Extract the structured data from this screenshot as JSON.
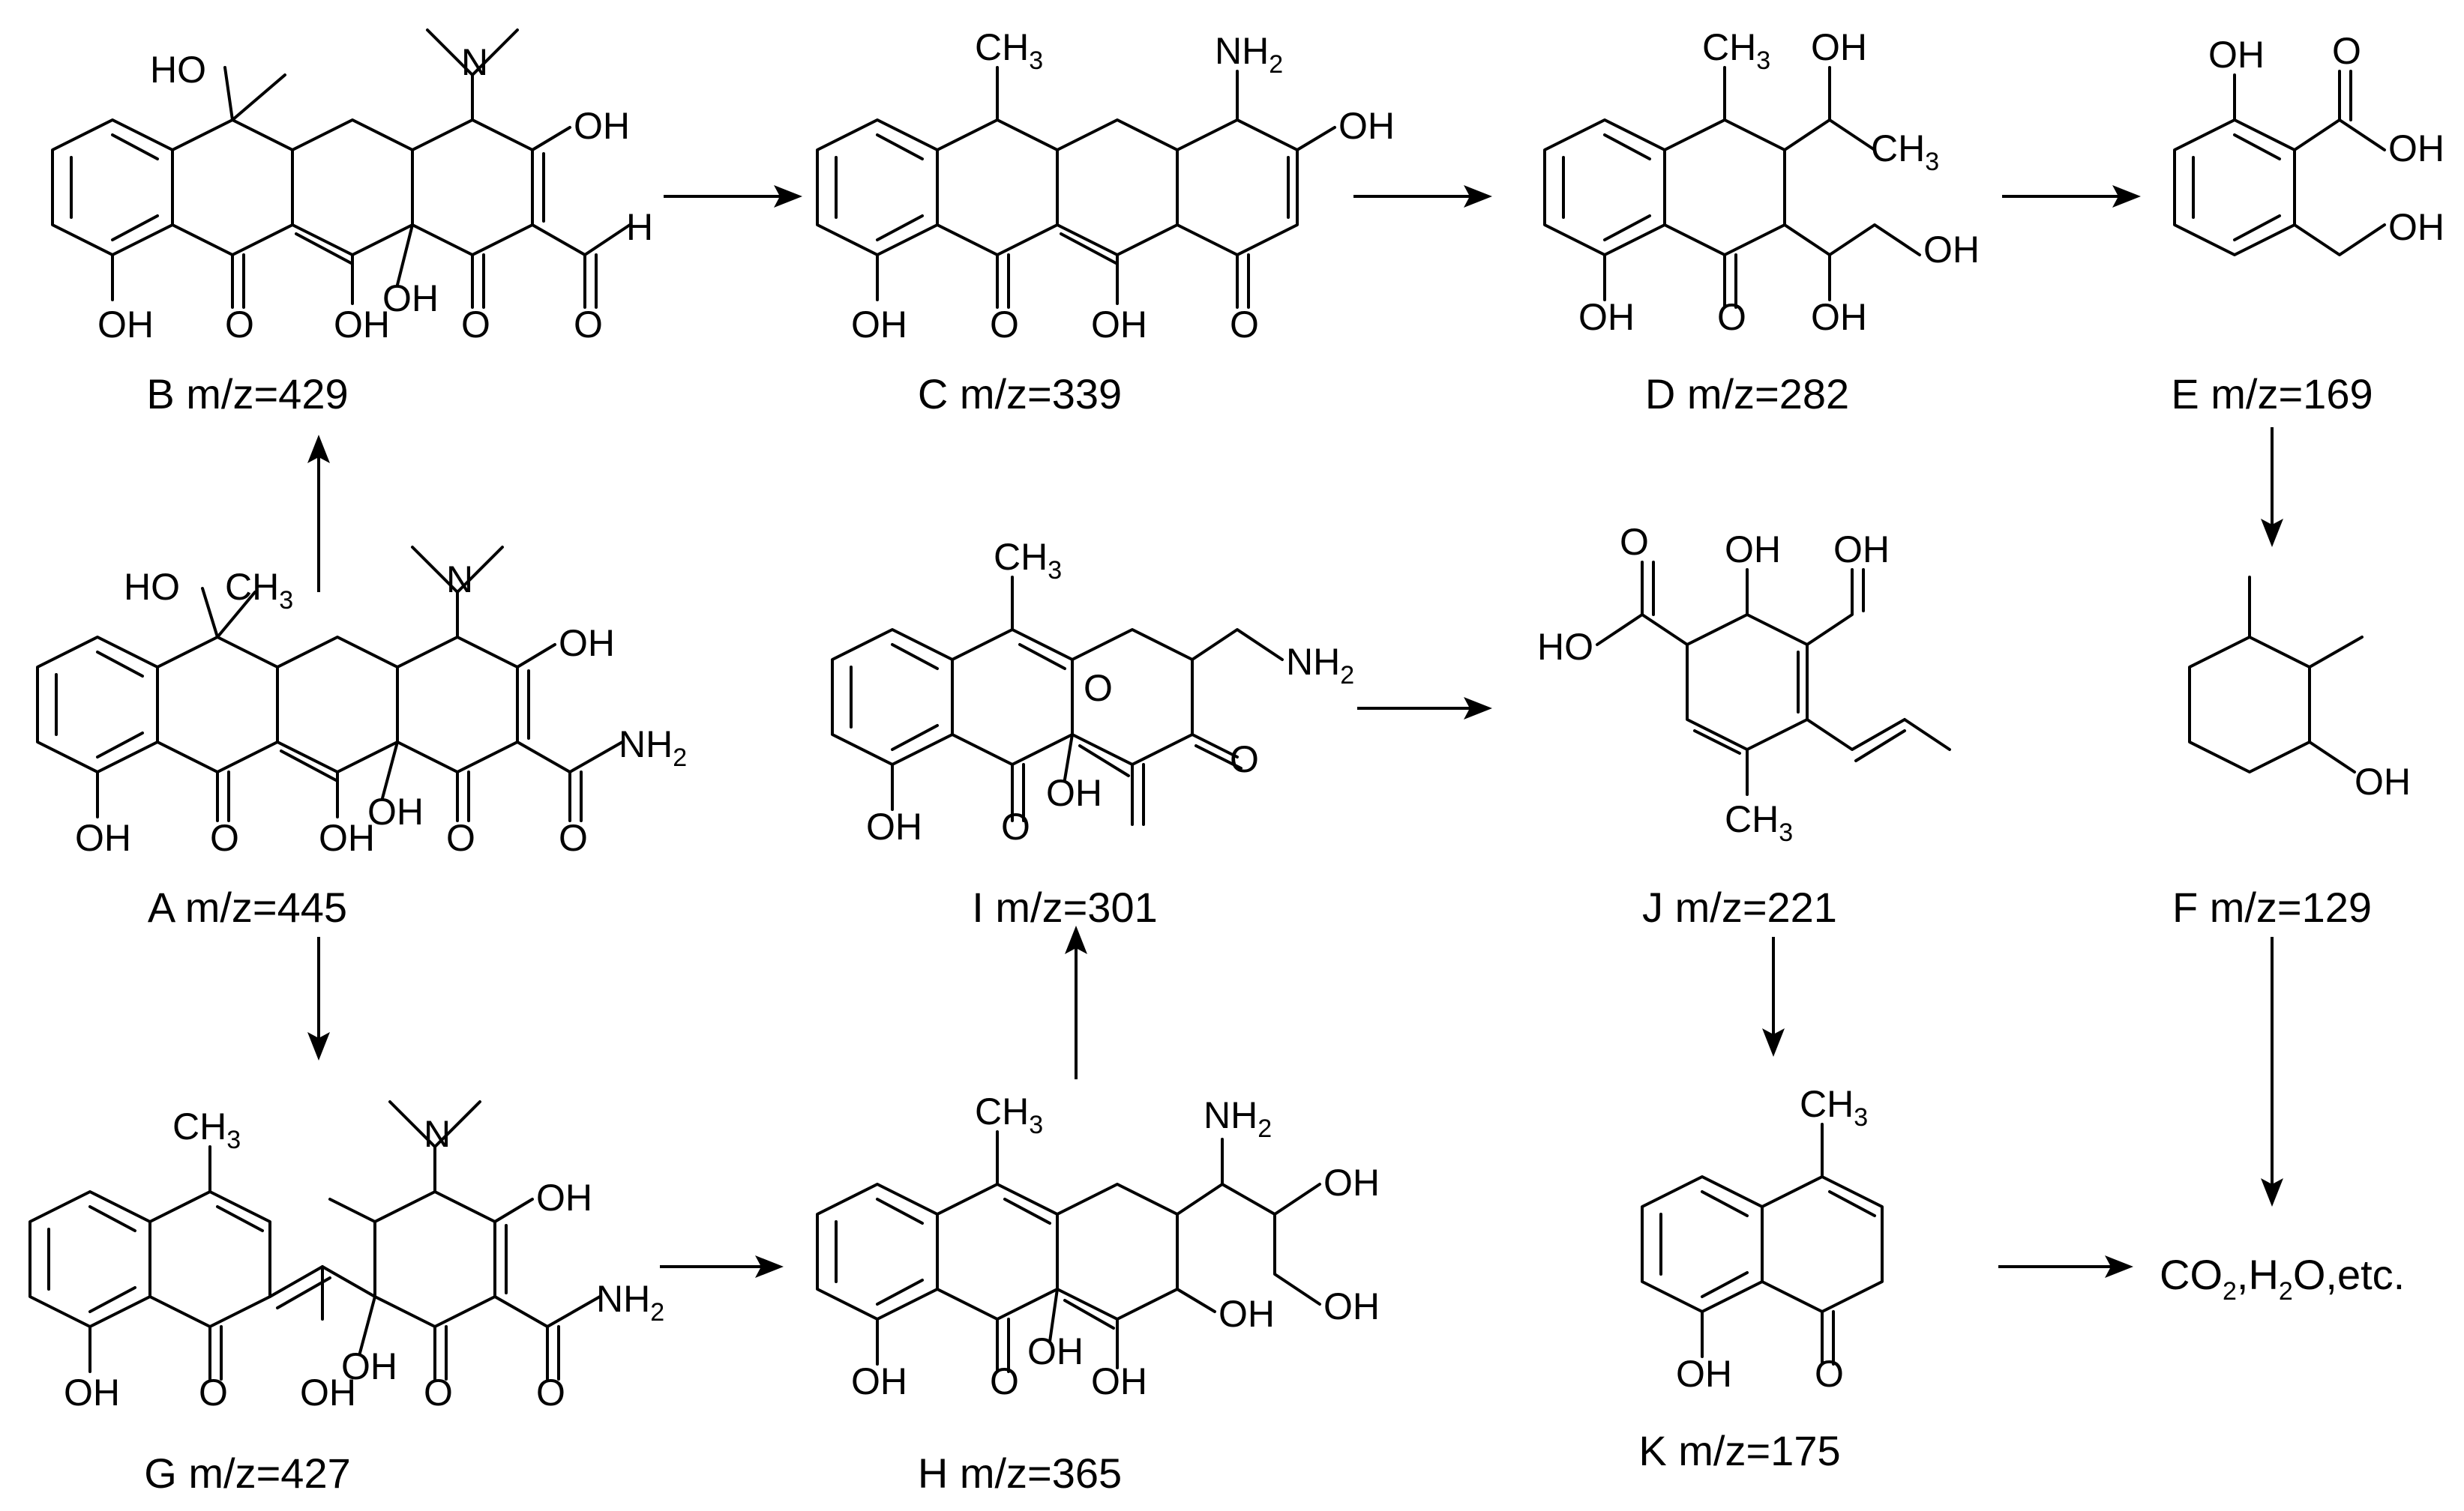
{
  "compounds": [
    {
      "id": "A",
      "caption": "A m/z=445"
    },
    {
      "id": "B",
      "caption": "B m/z=429"
    },
    {
      "id": "C",
      "caption": "C m/z=339"
    },
    {
      "id": "D",
      "caption": "D m/z=282"
    },
    {
      "id": "E",
      "caption": "E m/z=169"
    },
    {
      "id": "F",
      "caption": "F m/z=129"
    },
    {
      "id": "G",
      "caption": "G m/z=427"
    },
    {
      "id": "H",
      "caption": "H m/z=365"
    },
    {
      "id": "I",
      "caption": "I m/z=301"
    },
    {
      "id": "J",
      "caption": "J m/z=221"
    },
    {
      "id": "K",
      "caption": "K m/z=175"
    }
  ],
  "groups": {
    "oh": "OH",
    "ho": "HO",
    "o": "O",
    "h": "H",
    "n": "N",
    "ch3": "CH",
    "ch3_sub": "3",
    "nh2": "NH",
    "nh2_sub": "2"
  },
  "final_product": {
    "co": "CO",
    "co_sub": "2",
    "h": ",H",
    "h_sub": "2",
    "rest": "O,etc."
  },
  "arrows": [
    {
      "from": "A",
      "to": "B"
    },
    {
      "from": "B",
      "to": "C"
    },
    {
      "from": "C",
      "to": "D"
    },
    {
      "from": "D",
      "to": "E"
    },
    {
      "from": "E",
      "to": "F"
    },
    {
      "from": "F",
      "to": "final"
    },
    {
      "from": "A",
      "to": "G"
    },
    {
      "from": "G",
      "to": "H"
    },
    {
      "from": "H",
      "to": "I"
    },
    {
      "from": "I",
      "to": "J"
    },
    {
      "from": "J",
      "to": "K"
    },
    {
      "from": "K",
      "to": "final"
    }
  ]
}
